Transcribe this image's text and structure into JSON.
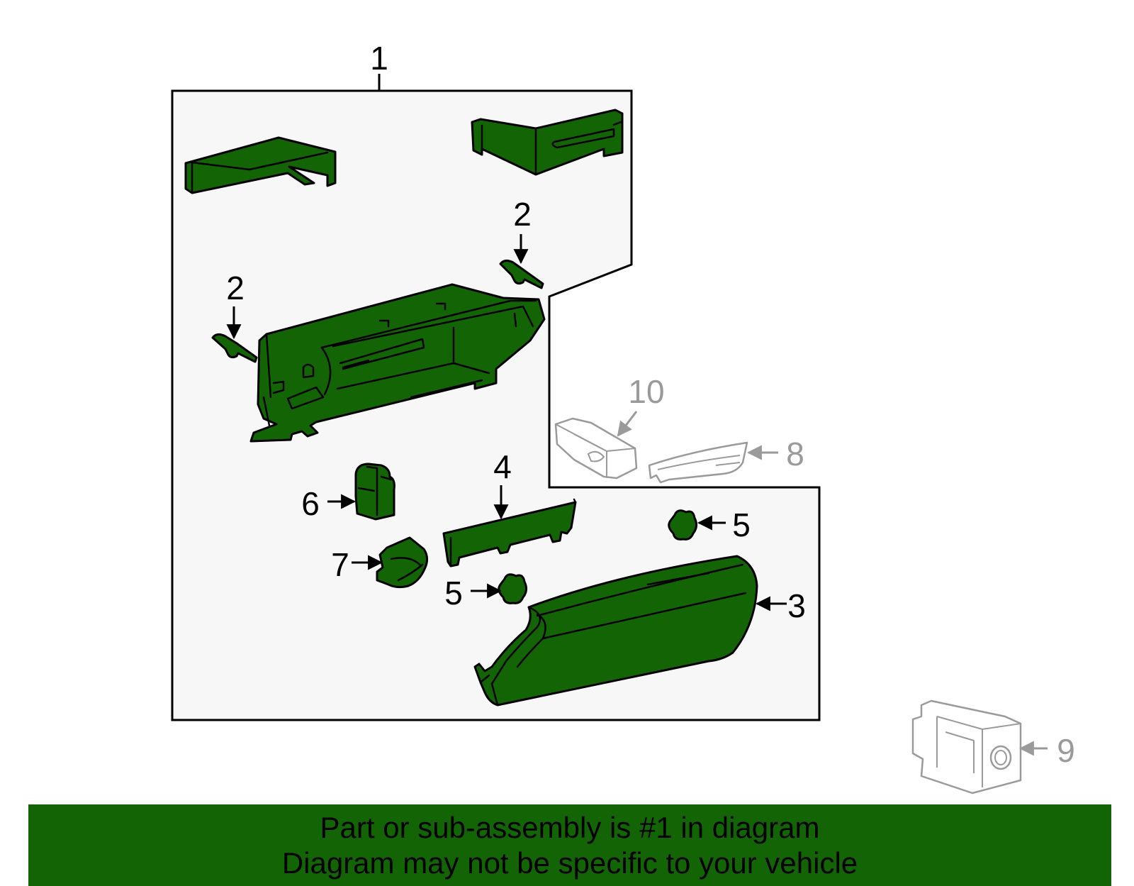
{
  "diagram": {
    "callouts": {
      "c1": "1",
      "c2a": "2",
      "c2b": "2",
      "c3": "3",
      "c4": "4",
      "c5a": "5",
      "c5b": "5",
      "c6": "6",
      "c7": "7",
      "c8": "8",
      "c9": "9",
      "c10": "10"
    },
    "colors": {
      "part_fill": "#136405",
      "outline": "#000000",
      "ghost_outline": "#9a9a9a",
      "panel_fill": "#f7f7f7",
      "banner_fill": "#136405"
    }
  },
  "banner": {
    "line1": "Part or sub-assembly is #1 in diagram",
    "line2": "Diagram may not be specific to your vehicle"
  }
}
